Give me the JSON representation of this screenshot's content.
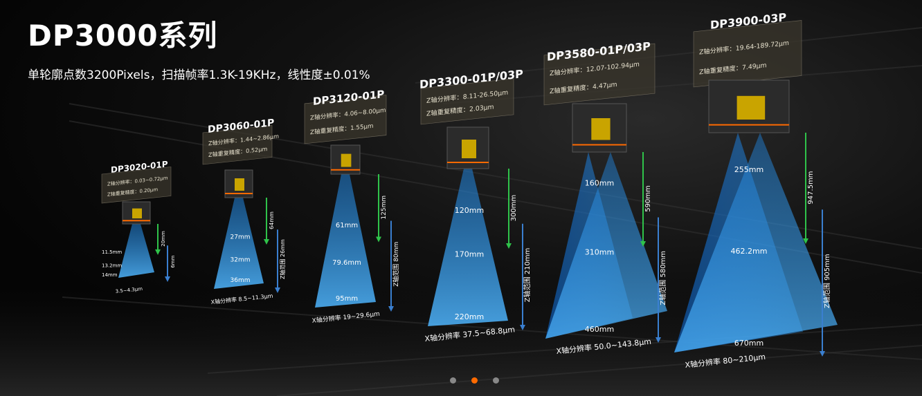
{
  "header": {
    "title": "DP3000系列",
    "subtitle": "单轮廓点数3200Pixels，扫描帧率1.3K-19KHz，线性度±0.01%"
  },
  "colors": {
    "accent": "#ff6a00",
    "beam": "#2b8fd8",
    "green": "#2fc34a",
    "blue_arrow": "#3a7fd0"
  },
  "pagination": {
    "dots": 3,
    "active_index": 1
  },
  "models": [
    {
      "name": "DP3020-01P",
      "z_res": "Z轴分辨率：0.03~0.72μm",
      "z_rep": "Z轴重复精度：0.20μm",
      "widths": [
        "11.5mm",
        "13.2mm",
        "14mm"
      ],
      "standoff": "20mm",
      "z_range": "6mm",
      "x_res": "3.5~4.3μm"
    },
    {
      "name": "DP3060-01P",
      "z_res": "Z轴分辨率：1.44~2.86μm",
      "z_rep": "Z轴重复精度：0.52μm",
      "widths": [
        "27mm",
        "32mm",
        "36mm"
      ],
      "standoff": "64mm",
      "z_range": "Z轴范围 26mm",
      "x_res": "X轴分辨率 8.5~11.3μm"
    },
    {
      "name": "DP3120-01P",
      "z_res": "Z轴分辨率：4.06~8.00μm",
      "z_rep": "Z轴重复精度：1.55μm",
      "widths": [
        "61mm",
        "79.6mm",
        "95mm"
      ],
      "standoff": "125mm",
      "z_range": "Z轴范围 80mm",
      "x_res": "X轴分辨率 19~29.6μm"
    },
    {
      "name": "DP3300-01P/03P",
      "z_res": "Z轴分辨率：8.11-26.50μm",
      "z_rep": "Z轴重复精度：2.03μm",
      "widths": [
        "120mm",
        "170mm",
        "220mm"
      ],
      "standoff": "300mm",
      "z_range": "Z轴范围 210mm",
      "x_res": "X轴分辨率 37.5~68.8μm"
    },
    {
      "name": "DP3580-01P/03P",
      "z_res": "Z轴分辨率：12.07-102.94μm",
      "z_rep": "Z轴重复精度：4.47μm",
      "widths": [
        "160mm",
        "310mm",
        "460mm"
      ],
      "standoff": "590mm",
      "z_range": "Z轴范围 580mm",
      "x_res": "X轴分辨率 50.0~143.8μm"
    },
    {
      "name": "DP3900-03P",
      "z_res": "Z轴分辨率：19.64-189.72μm",
      "z_rep": "Z轴重复精度：7.49μm",
      "widths": [
        "255mm",
        "462.2mm",
        "670mm"
      ],
      "standoff": "947.5mm",
      "z_range": "Z轴范围 905mm",
      "x_res": "X轴分辨率 80~210μm"
    }
  ]
}
